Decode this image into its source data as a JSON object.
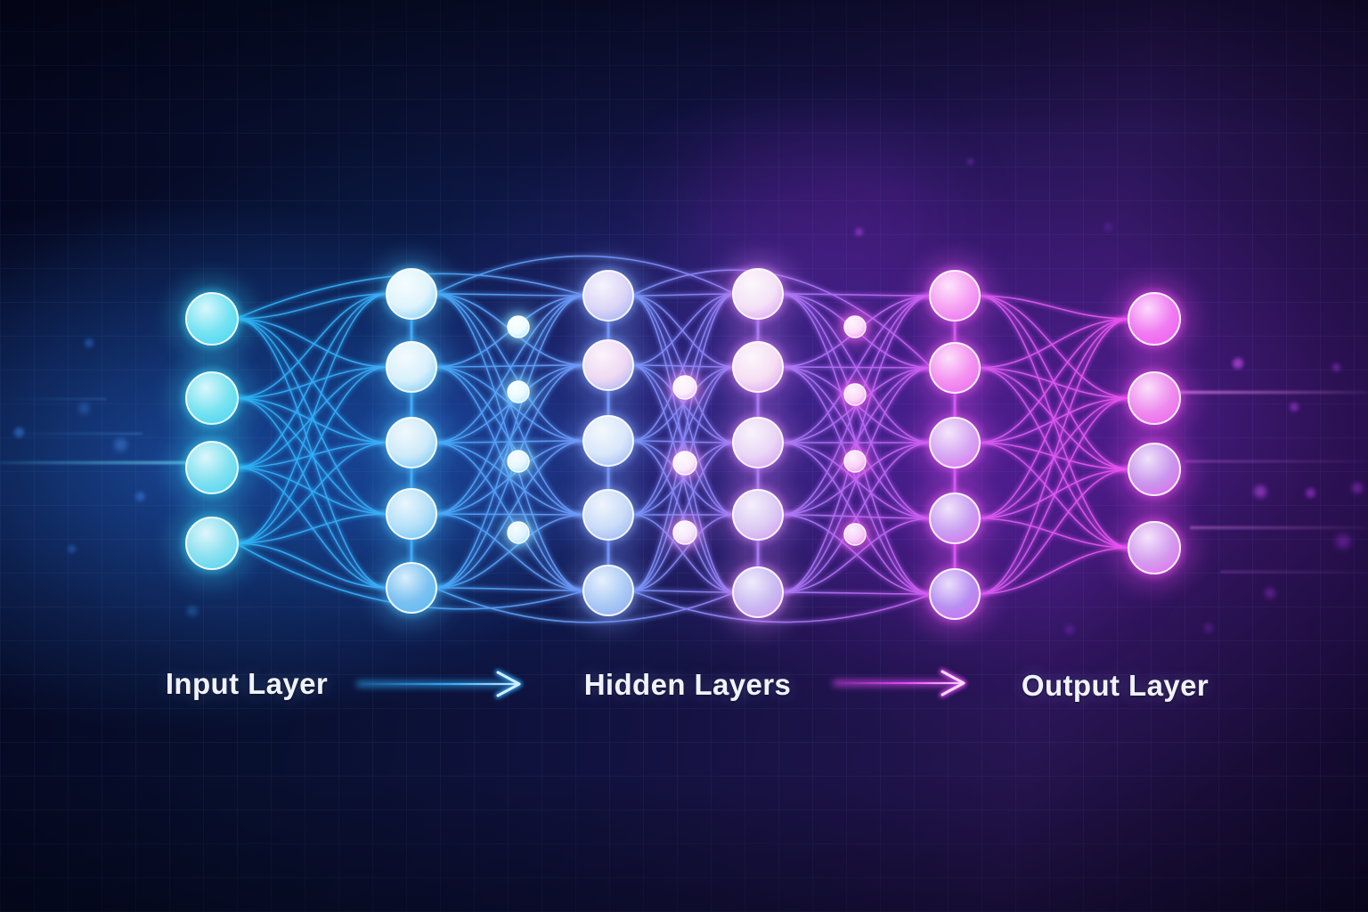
{
  "diagram": {
    "type": "neural-network",
    "section_labels": [
      {
        "id": "input",
        "text": "Input Layer"
      },
      {
        "id": "hidden",
        "text": "Hidden Layers"
      },
      {
        "id": "output",
        "text": "Output Layer"
      }
    ],
    "arrows": [
      {
        "id": "input-to-hidden-arrow",
        "color": "#2da8f8"
      },
      {
        "id": "hidden-to-output-arrow",
        "color": "#e448f6"
      }
    ],
    "background_colors": {
      "navy_left": "#081030",
      "purple_right": "#241452",
      "accent_blue_glow": "#266cda",
      "accent_purple_glow": "#8728dc"
    },
    "line_gradient": [
      [
        0,
        "#17b0f2"
      ],
      [
        0.27,
        "#36abf7"
      ],
      [
        0.44,
        "#6e96f8"
      ],
      [
        0.57,
        "#a277f6"
      ],
      [
        0.69,
        "#cd5cf2"
      ],
      [
        0.83,
        "#ea52f0"
      ],
      [
        1,
        "#f277f2"
      ]
    ],
    "layers": [
      {
        "name": "input-layer",
        "kind": "large",
        "count": 4,
        "chained": false,
        "glow": "#35cdf2",
        "node_colors": [
          "#74e3f2",
          "#78e3f1",
          "#80e1f0",
          "#88e0ef"
        ]
      },
      {
        "name": "hidden-layer-1",
        "kind": "large",
        "count": 5,
        "chained": true,
        "glow": "#46b6f5",
        "node_colors": [
          "#dff4fc",
          "#d8f0fb",
          "#cdeaf9",
          "#b4e0f8",
          "#7cc2f2"
        ]
      },
      {
        "name": "interlink-1",
        "kind": "small",
        "count": 4,
        "chained": false,
        "glow": "#7fd4ff",
        "node_colors": [
          "#eefcff",
          "#e8faff",
          "#e4f6ff",
          "#e0f4ff"
        ]
      },
      {
        "name": "hidden-layer-2",
        "kind": "large",
        "count": 5,
        "chained": true,
        "glow": "#7e9cf5",
        "node_colors": [
          "#ddd6f7",
          "#efd9f3",
          "#d9e7f9",
          "#cadcf8",
          "#abcbf5"
        ]
      },
      {
        "name": "interlink-2",
        "kind": "small",
        "count": 3,
        "chained": false,
        "glow": "#e08af5",
        "node_colors": [
          "#fbeefb",
          "#f8ecfa",
          "#f4e8fa"
        ]
      },
      {
        "name": "hidden-layer-3",
        "kind": "large",
        "count": 5,
        "chained": true,
        "glow": "#cf7ef2",
        "node_colors": [
          "#f4e2f6",
          "#f6def3",
          "#e9d6f5",
          "#dccbf4",
          "#cabaf2"
        ]
      },
      {
        "name": "interlink-3",
        "kind": "small",
        "count": 4,
        "chained": false,
        "glow": "#ee5ef2",
        "node_colors": [
          "#fbdcf9",
          "#fad6f8",
          "#f8d2f7",
          "#f6cef6"
        ]
      },
      {
        "name": "hidden-layer-4",
        "kind": "large",
        "count": 5,
        "chained": true,
        "glow": "#e556f2",
        "node_colors": [
          "#f59ef2",
          "#f491ef",
          "#d6a6f2",
          "#c99ef2",
          "#b78ef1"
        ]
      },
      {
        "name": "output-layer",
        "kind": "large",
        "count": 4,
        "chained": false,
        "glow": "#ef4ef2",
        "node_colors": [
          "#f07bf2",
          "#ee8cee",
          "#c996ec",
          "#d49cee"
        ]
      }
    ]
  }
}
